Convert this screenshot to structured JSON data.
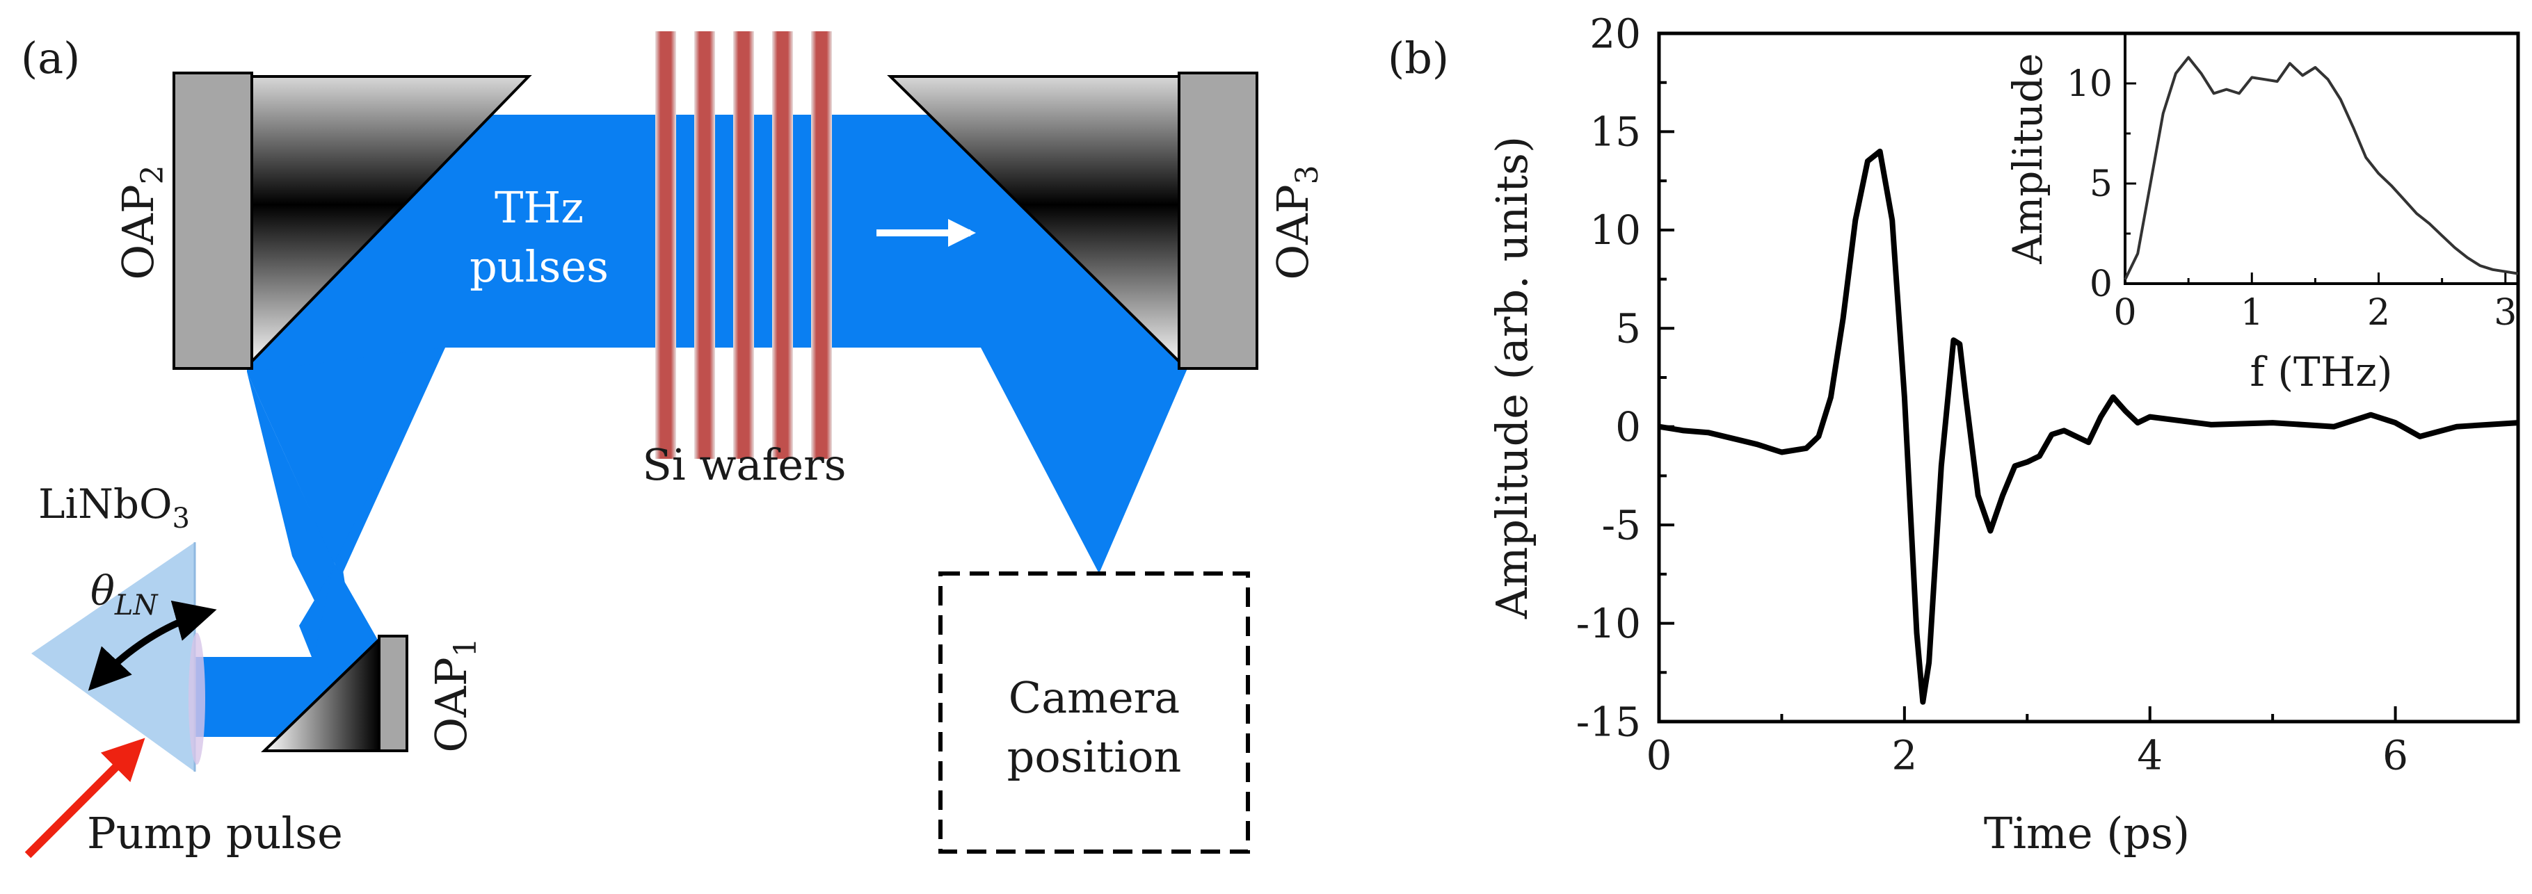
{
  "panel_a": {
    "label": "(a)",
    "oap1": "OAP",
    "oap1_sub": "1",
    "oap2": "OAP",
    "oap2_sub": "2",
    "oap3": "OAP",
    "oap3_sub": "3",
    "thz_line1": "THz",
    "thz_line2": "pulses",
    "si_wafers": "Si wafers",
    "crystal_base": "LiNbO",
    "crystal_sub": "3",
    "theta": "θ",
    "theta_sub": "LN",
    "pump": "Pump pulse",
    "camera_line1": "Camera",
    "camera_line2": "position",
    "colors": {
      "beam": "#0a7ff2",
      "crystal": "#a8cdee",
      "wafer": "#c0504d",
      "pump_arrow": "#ee2211",
      "mirror_mount": "#a6a6a6"
    }
  },
  "panel_b": {
    "label": "(b)",
    "chart_data": [
      {
        "type": "line",
        "xlabel": "Time (ps)",
        "ylabel": "Amplitude (arb. units)",
        "xlim": [
          0,
          7
        ],
        "ylim": [
          -15,
          20
        ],
        "xticks": [
          "0",
          "2",
          "4",
          "6"
        ],
        "yticks": [
          "20",
          "15",
          "10",
          "5",
          "0",
          "-5",
          "-10",
          "-15"
        ],
        "x": [
          0,
          0.2,
          0.4,
          0.6,
          0.8,
          1.0,
          1.2,
          1.3,
          1.4,
          1.5,
          1.6,
          1.7,
          1.8,
          1.9,
          2.0,
          2.05,
          2.1,
          2.15,
          2.2,
          2.3,
          2.4,
          2.45,
          2.5,
          2.6,
          2.7,
          2.8,
          2.9,
          3.0,
          3.1,
          3.2,
          3.3,
          3.4,
          3.5,
          3.6,
          3.7,
          3.8,
          3.9,
          4.0,
          4.5,
          5.0,
          5.5,
          5.8,
          6.0,
          6.2,
          6.5,
          7.0
        ],
        "y": [
          0,
          -0.2,
          -0.3,
          -0.6,
          -0.9,
          -1.3,
          -1.1,
          -0.5,
          1.5,
          5.5,
          10.5,
          13.5,
          14,
          10.5,
          1.5,
          -4.5,
          -10.5,
          -14,
          -12,
          -2,
          4.4,
          4.2,
          1.5,
          -3.5,
          -5.3,
          -3.5,
          -2,
          -1.8,
          -1.5,
          -0.4,
          -0.2,
          -0.5,
          -0.8,
          0.5,
          1.5,
          0.8,
          0.2,
          0.5,
          0.1,
          0.2,
          0,
          0.6,
          0.2,
          -0.5,
          0,
          0.2
        ]
      },
      {
        "type": "line",
        "xlabel": "f (THz)",
        "ylabel": "Amplitude",
        "xlim": [
          0,
          3.1
        ],
        "ylim": [
          0,
          12.5
        ],
        "xticks": [
          "0",
          "1",
          "2",
          "3"
        ],
        "yticks": [
          "10",
          "5",
          "0"
        ],
        "x": [
          0,
          0.1,
          0.2,
          0.3,
          0.4,
          0.5,
          0.6,
          0.7,
          0.8,
          0.9,
          1.0,
          1.1,
          1.2,
          1.3,
          1.4,
          1.5,
          1.6,
          1.7,
          1.8,
          1.9,
          2.0,
          2.1,
          2.2,
          2.3,
          2.4,
          2.5,
          2.6,
          2.7,
          2.8,
          2.9,
          3.0,
          3.1
        ],
        "y": [
          0.2,
          1.5,
          5,
          8.5,
          10.5,
          11.3,
          10.5,
          9.5,
          9.7,
          9.5,
          10.3,
          10.2,
          10.1,
          11,
          10.4,
          10.8,
          10.2,
          9.2,
          7.8,
          6.3,
          5.5,
          4.9,
          4.2,
          3.5,
          3.0,
          2.4,
          1.8,
          1.3,
          0.9,
          0.7,
          0.6,
          0.5
        ]
      }
    ]
  }
}
